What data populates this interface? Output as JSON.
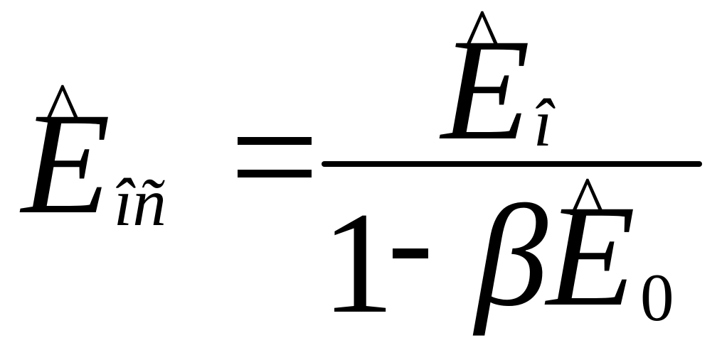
{
  "formula": {
    "lhs": {
      "base": "E",
      "accent": "^",
      "subscript": "îñ"
    },
    "equals": "=",
    "numerator": {
      "base": "E",
      "accent": "^",
      "subscript": "î"
    },
    "denominator": {
      "one": "1",
      "minus": "-",
      "beta": "β",
      "base": "E",
      "accent": "^",
      "subscript": "0"
    }
  }
}
